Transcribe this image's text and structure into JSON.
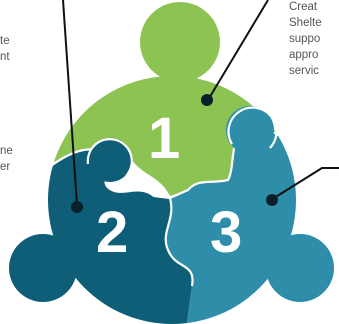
{
  "left_text": {
    "top_lines": [
      "te",
      "nt"
    ],
    "bottom_lines": [
      "ne",
      "er"
    ]
  },
  "right_text": {
    "lines": [
      "Creat",
      "Shelte",
      "suppo",
      "appro",
      "servic"
    ]
  },
  "pieces": [
    {
      "number": "1",
      "color": "#8cc352"
    },
    {
      "number": "2",
      "color": "#0e5e78"
    },
    {
      "number": "3",
      "color": "#2e8eaa"
    }
  ],
  "colors": {
    "pointer_line": "#111111",
    "dot": "#0a1f2a",
    "ring_light": "#9ccb63",
    "ring_mid": "#2a8aa6",
    "ring_dark": "#0b4f66"
  }
}
